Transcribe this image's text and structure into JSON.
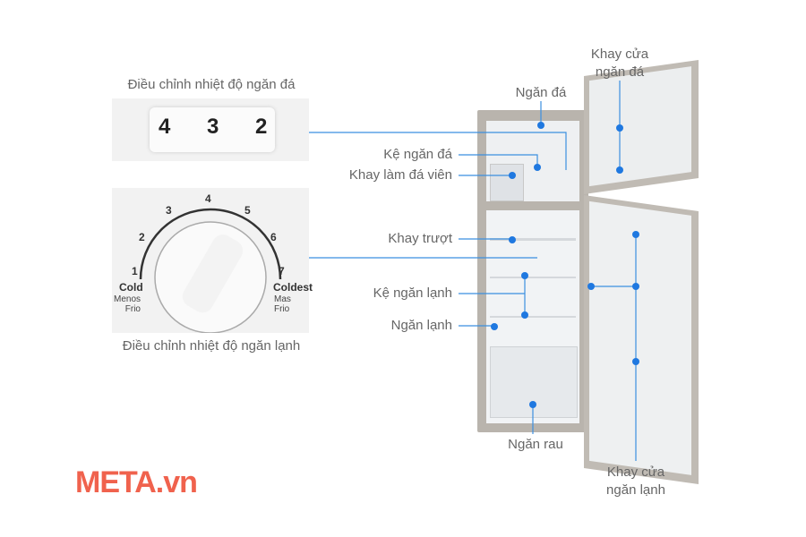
{
  "freezer_control": {
    "title": "Điều chỉnh nhiệt độ ngăn đá",
    "digits": [
      "4",
      "3",
      "2"
    ]
  },
  "fridge_control": {
    "title": "Điều chỉnh nhiệt độ ngăn lạnh",
    "scale": [
      "1",
      "2",
      "3",
      "4",
      "5",
      "6",
      "7"
    ],
    "left_label": "Cold",
    "left_sub": [
      "Menos",
      "Frio"
    ],
    "right_label": "Coldest",
    "right_sub": [
      "Mas",
      "Frio"
    ]
  },
  "callouts": {
    "freezer": "Ngăn đá",
    "freezer_shelf": "Kệ ngăn đá",
    "ice_tray": "Khay làm đá viên",
    "sliding_tray": "Khay trượt",
    "fridge_shelf": "Kệ ngăn lạnh",
    "fridge": "Ngăn lạnh",
    "vegetable_drawer": "Ngăn rau",
    "freezer_door_tray": [
      "Khay cửa",
      "ngăn đá"
    ],
    "fridge_door_tray": [
      "Khay cửa",
      "ngăn lạnh"
    ]
  },
  "colors": {
    "callout_line": "#3b8fe0",
    "callout_dot": "#1f78e0",
    "logo": "#f0624d"
  },
  "logo": "META.vn"
}
